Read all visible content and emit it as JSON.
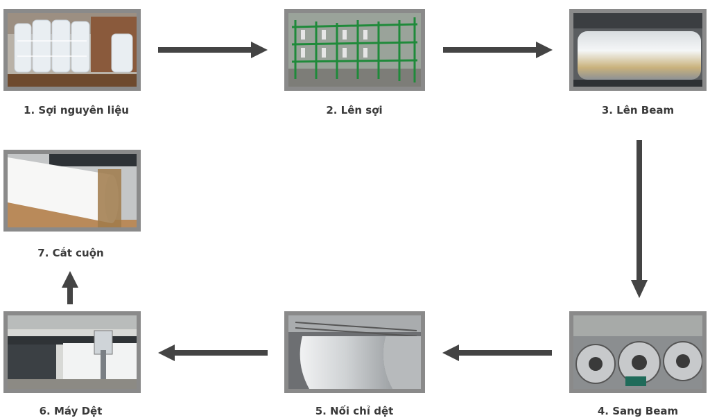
{
  "steps": [
    {
      "label": "1. Sợi nguyên liệu",
      "photo": "raw-yarn-spools-photo"
    },
    {
      "label": "2. Lên sợi",
      "photo": "creel-rack-photo"
    },
    {
      "label": "3. Lên Beam",
      "photo": "warp-beam-photo"
    },
    {
      "label": "4. Sang Beam",
      "photo": "beams-in-factory-photo"
    },
    {
      "label": "5. Nối chỉ dệt",
      "photo": "thread-tying-photo"
    },
    {
      "label": "6. Máy Dệt",
      "photo": "weaving-loom-photo"
    },
    {
      "label": "7. Cắt cuộn",
      "photo": "fabric-roll-cutting-photo"
    }
  ],
  "colors": {
    "arrow": "#444444",
    "frame": "#8a8a8a",
    "text": "#3a3a3a"
  }
}
